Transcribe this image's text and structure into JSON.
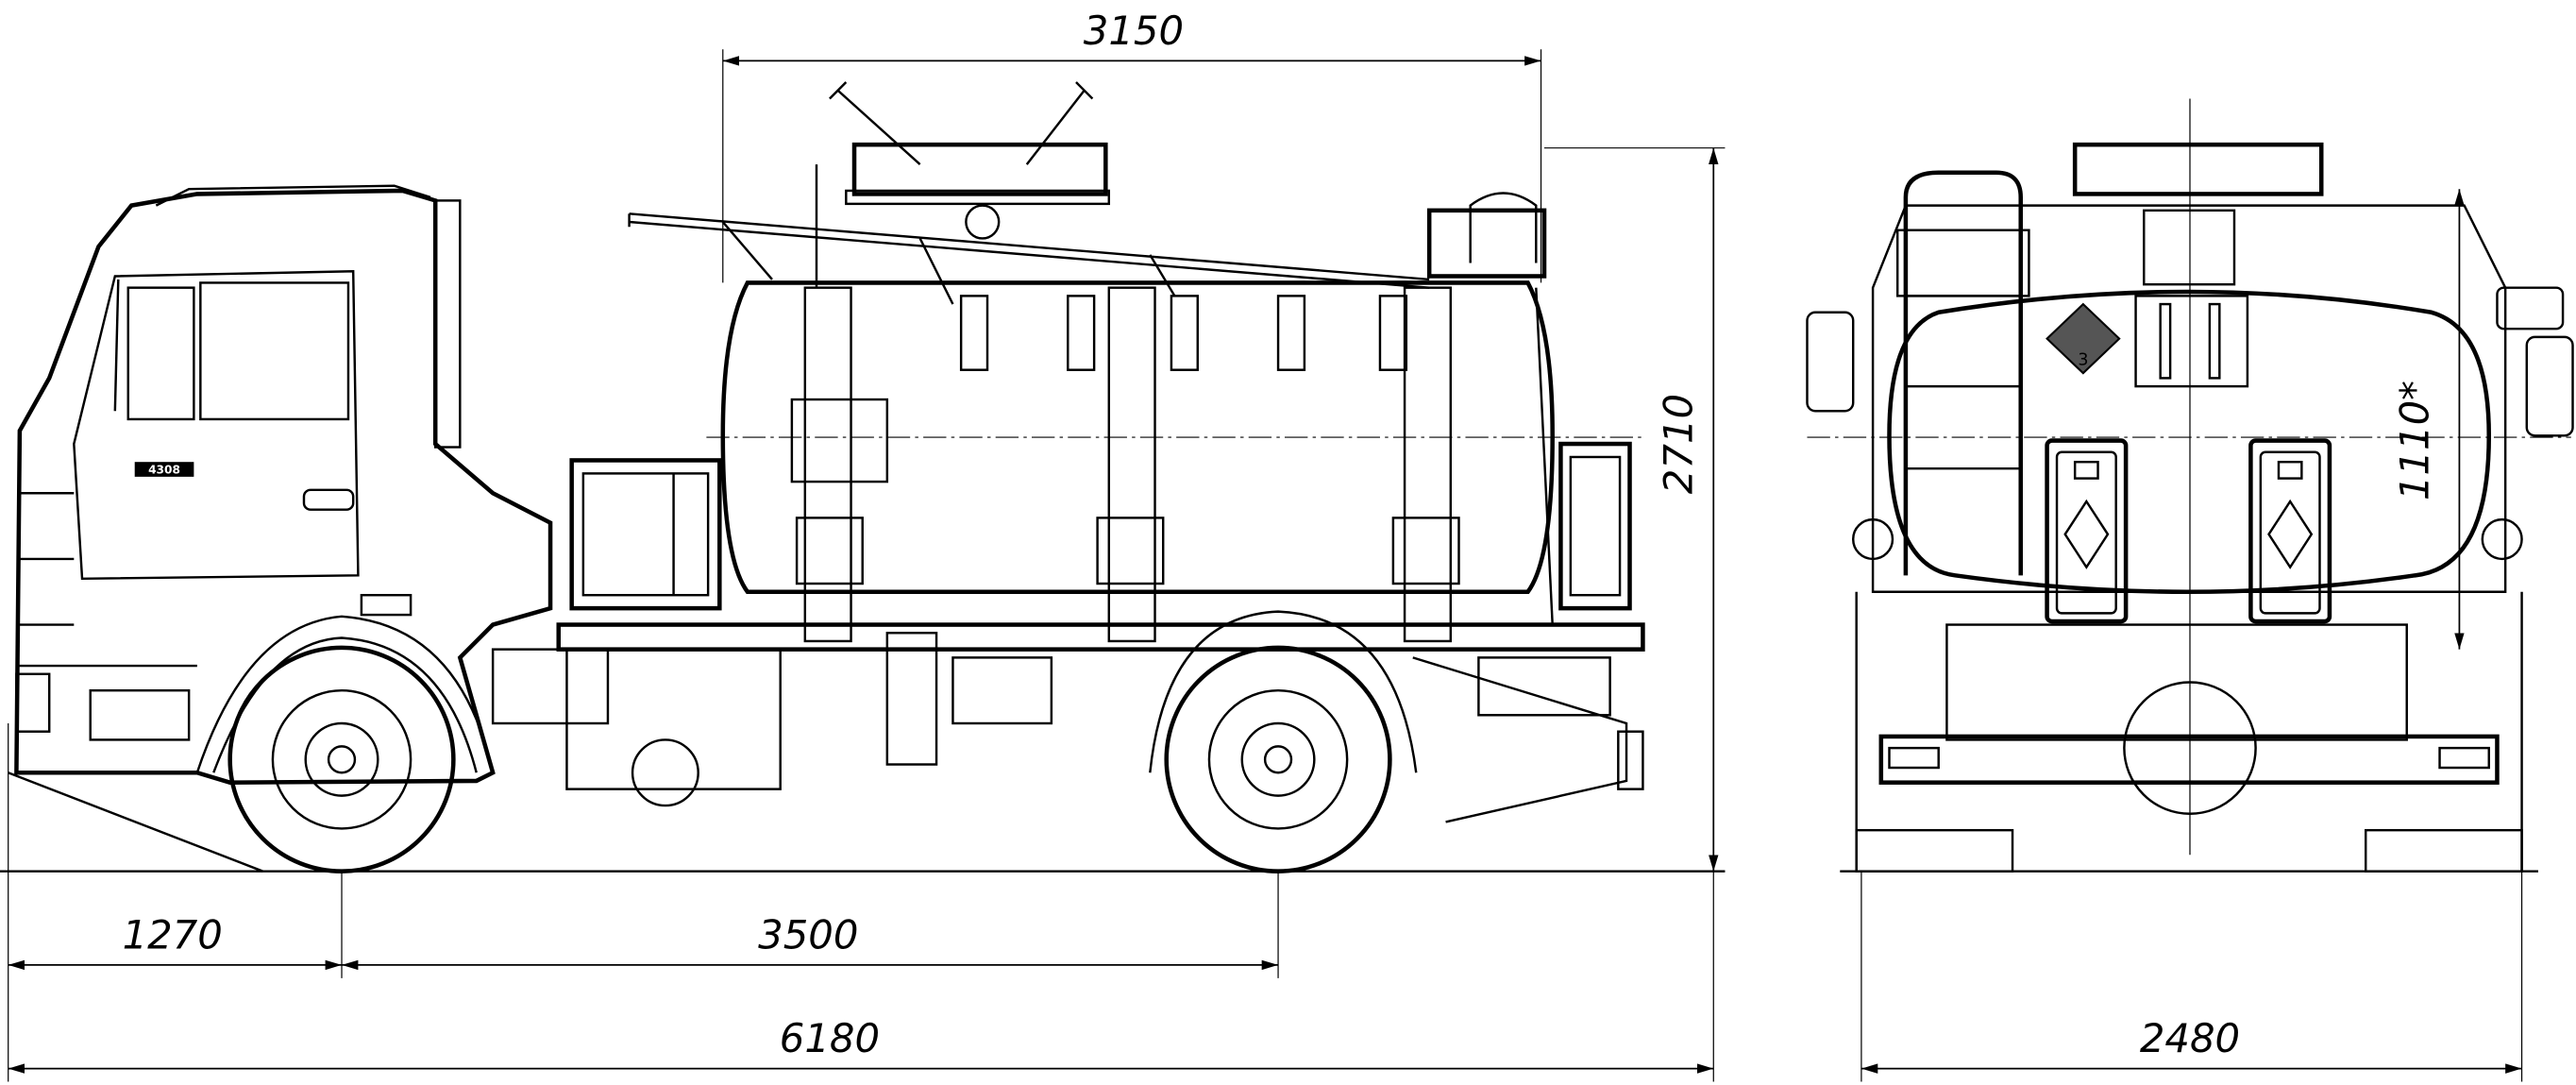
{
  "drawing": {
    "title": "Fuel tanker truck general arrangement",
    "model_badge": "4308",
    "hazard_class": "3",
    "colors": {
      "line": "#000000",
      "background": "#ffffff",
      "hazard_plate": "#555555"
    }
  },
  "dimensions": {
    "tank_length": "3150",
    "overall_height": "2710",
    "front_overhang": "1270",
    "wheelbase": "3500",
    "overall_length": "6180",
    "overall_width": "2480",
    "tank_height": "1110*"
  }
}
